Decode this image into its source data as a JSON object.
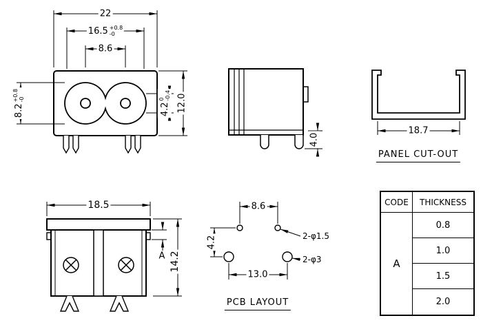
{
  "front_view": {
    "overall_width": "22",
    "flange_width": {
      "value": "16.5",
      "tol_plus": "+0.8",
      "tol_minus": "-0"
    },
    "pin_spacing": "8.6",
    "recess_height": {
      "value": "8.2",
      "tol_plus": "+0.8",
      "tol_minus": "-0"
    },
    "waist_height": {
      "value": "4.2",
      "tol_plus": "0",
      "tol_minus": "-0.4"
    },
    "overall_height": "12.0"
  },
  "side_view": {
    "pin_length": "4.0"
  },
  "panel_cutout": {
    "width": "18.7",
    "title": "PANEL CUT-OUT"
  },
  "bottom_view": {
    "width": "18.5",
    "height": "14.2",
    "panel_thickness_ref": "A"
  },
  "pcb_layout": {
    "hole_spacing_top": "8.6",
    "row_offset": "4.2",
    "hole_spacing_bottom": "13.0",
    "small_holes": "2-φ1.5",
    "large_holes": "2-φ3",
    "title": "PCB LAYOUT"
  },
  "spec_table": {
    "headers": [
      "CODE",
      "THICKNESS"
    ],
    "code": "A",
    "thickness": [
      "0.8",
      "1.0",
      "1.5",
      "2.0"
    ]
  }
}
